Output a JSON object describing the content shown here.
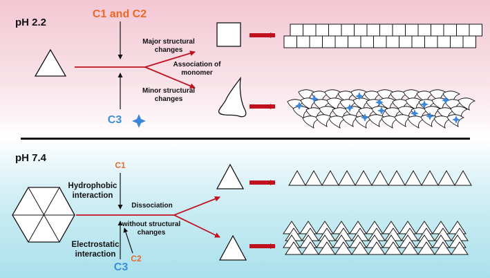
{
  "top": {
    "ph_label": "pH 2.2",
    "compound_top": "C1 and C2",
    "compound_bottom": "C3",
    "branch_upper_label_1": "Major structural",
    "branch_upper_label_2": "changes",
    "mid_label_1": "Association of",
    "mid_label_2": "monomer",
    "branch_lower_label_1": "Minor structural",
    "branch_lower_label_2": "changes",
    "background_color": "#f7dfe6"
  },
  "bottom": {
    "ph_label": "pH 7.4",
    "compound_top": "C1",
    "compound_bottom_main": "C3",
    "compound_bottom_side": "C2",
    "hydrophobic_label_1": "Hydrophobic",
    "hydrophobic_label_2": "interaction",
    "electrostatic_label_1": "Electrostatic",
    "electrostatic_label_2": "interaction",
    "dissociation_label": "Dissociation",
    "structural_label_1": "without structural",
    "structural_label_2": "changes",
    "background_color": "#d3eef4"
  },
  "colors": {
    "arrow_red": "#c0111f",
    "orange_text": "#e8692a",
    "blue_text": "#3c8fd6",
    "star_blue": "#3a86d8"
  }
}
